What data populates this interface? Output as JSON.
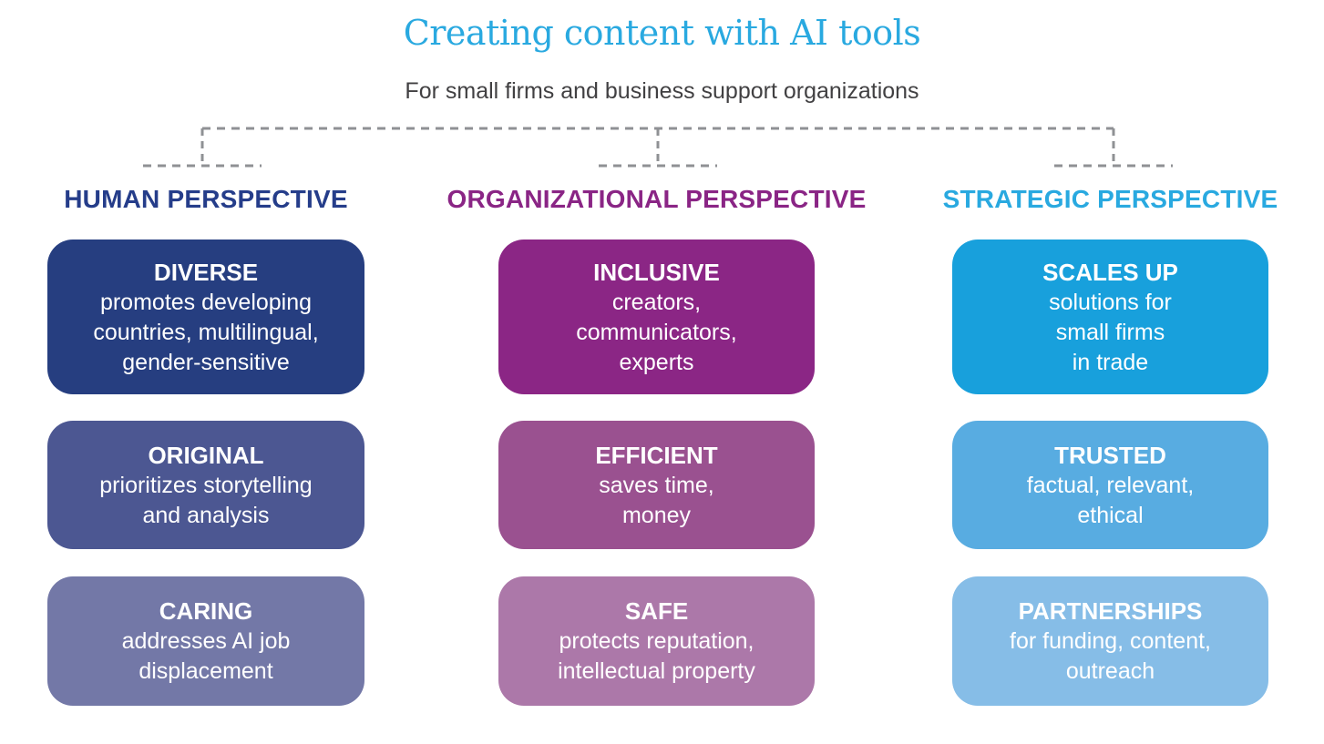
{
  "page": {
    "title": "Creating content with AI tools",
    "subtitle": "For small firms and business support organizations",
    "title_color": "#29a9e0",
    "subtitle_color": "#414042",
    "background_color": "#ffffff"
  },
  "connectors": {
    "color": "#8f9194",
    "style": "dashed tree linking title to the three perspective columns"
  },
  "columns": [
    {
      "header": "HUMAN PERSPECTIVE",
      "header_color": "#253d8a",
      "boxes": [
        {
          "title": "DIVERSE",
          "body": "promotes developing\ncountries, multilingual,\ngender-sensitive",
          "color": "#263e80"
        },
        {
          "title": "ORIGINAL",
          "body": "prioritizes storytelling\nand analysis",
          "color": "#4c5792"
        },
        {
          "title": "CARING",
          "body": "addresses AI job\ndisplacement",
          "color": "#7378a7"
        }
      ]
    },
    {
      "header": "ORGANIZATIONAL PERSPECTIVE",
      "header_color": "#8a2585",
      "boxes": [
        {
          "title": "INCLUSIVE",
          "body": "creators,\ncommunicators,\nexperts",
          "color": "#8b2685"
        },
        {
          "title": "EFFICIENT",
          "body": "saves time,\nmoney",
          "color": "#9a5190"
        },
        {
          "title": "SAFE",
          "body": "protects reputation,\nintellectual property",
          "color": "#ac78a9"
        }
      ]
    },
    {
      "header": "STRATEGIC PERSPECTIVE",
      "header_color": "#29a9e0",
      "boxes": [
        {
          "title": "SCALES UP",
          "body": "solutions for\nsmall firms\nin trade",
          "color": "#18a0dc"
        },
        {
          "title": "TRUSTED",
          "body": "factual, relevant,\nethical",
          "color": "#58ace1"
        },
        {
          "title": "PARTNERSHIPS",
          "body": "for funding, content,\noutreach",
          "color": "#86bde7"
        }
      ]
    }
  ]
}
